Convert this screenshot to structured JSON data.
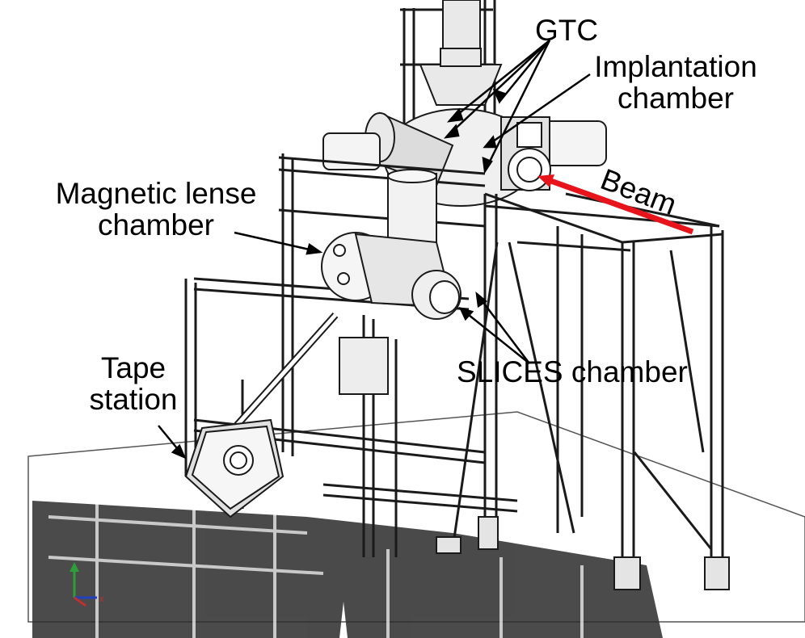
{
  "labels": {
    "gtc": "GTC",
    "implantation_line1": "Implantation",
    "implantation_line2": "chamber",
    "magnetic_line1": "Magnetic lense",
    "magnetic_line2": "chamber",
    "tape_line1": "Tape",
    "tape_line2": "station",
    "slices": "SLICES chamber",
    "beam": "Beam"
  },
  "colors": {
    "beam": "#e8141b",
    "structure": "#1a1a1a",
    "shadow": "#2b2b2b",
    "axis_y": "#2e9e3a",
    "axis_z": "#2040c0",
    "axis_x": "#c03030"
  },
  "icons": [
    "coordinate-axes-icon"
  ]
}
